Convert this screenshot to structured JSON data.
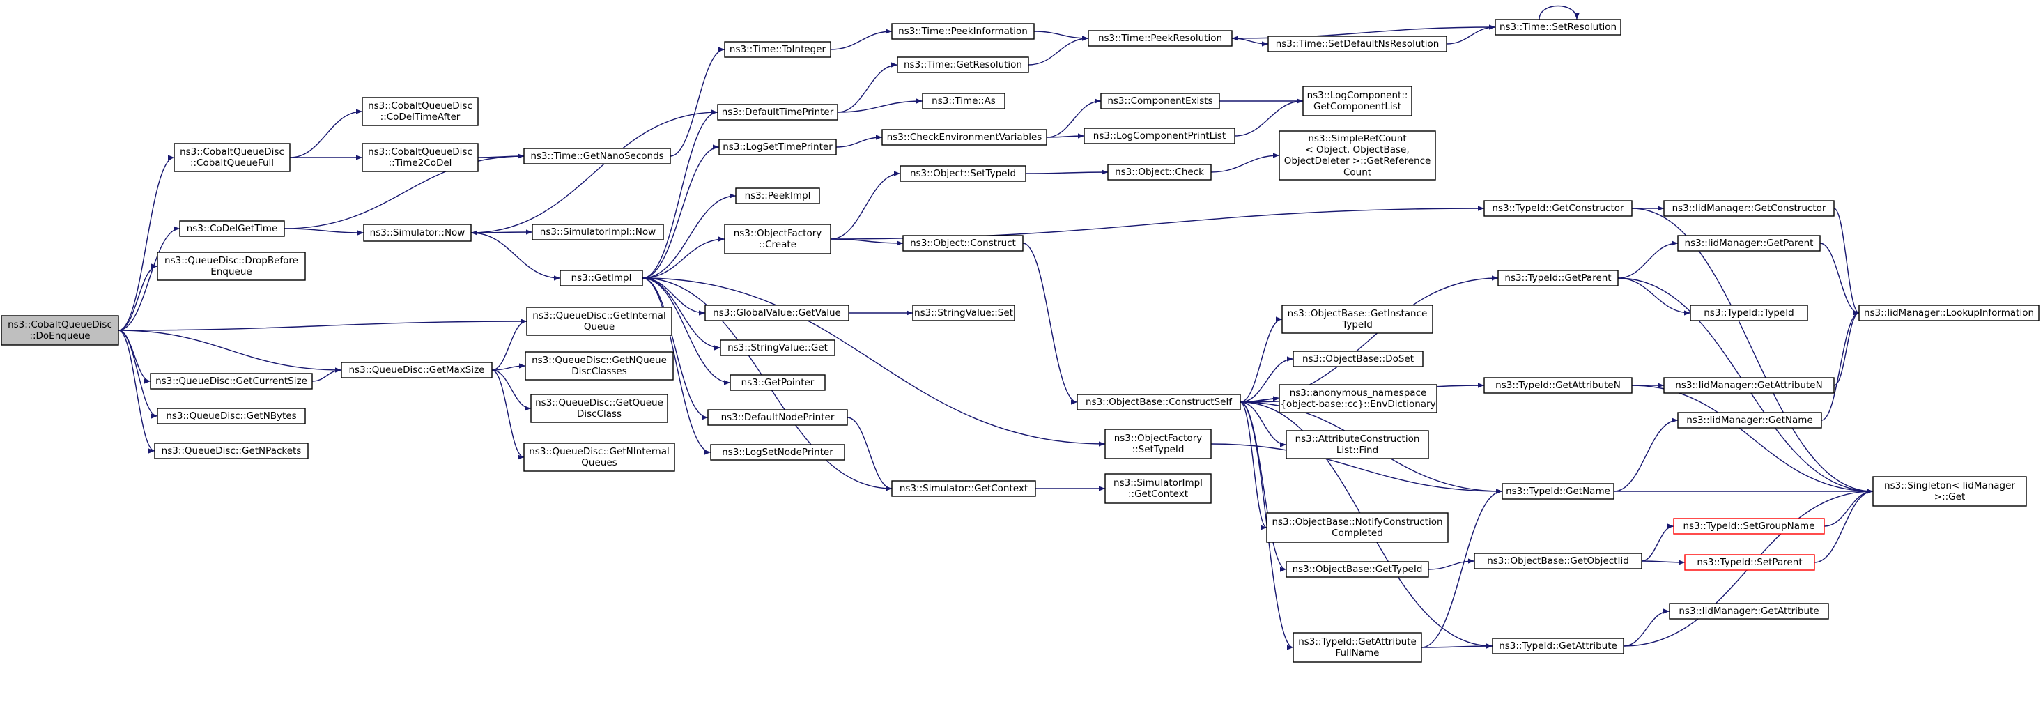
{
  "graph": {
    "root": "n_root",
    "nodes": [
      {
        "id": "n_root",
        "lines": [
          "ns3::CobaltQueueDisc",
          "::DoEnqueue"
        ],
        "style": "root"
      },
      {
        "id": "n_cqfull",
        "lines": [
          "ns3::CobaltQueueDisc",
          "::CobaltQueueFull"
        ]
      },
      {
        "id": "n_codelget",
        "lines": [
          "ns3::CoDelGetTime"
        ]
      },
      {
        "id": "n_dropbefore",
        "lines": [
          "ns3::QueueDisc::DropBefore",
          "Enqueue"
        ]
      },
      {
        "id": "n_getinternal",
        "lines": [
          "ns3::QueueDisc::GetInternal",
          "Queue"
        ]
      },
      {
        "id": "n_getcursize",
        "lines": [
          "ns3::QueueDisc::GetCurrentSize"
        ]
      },
      {
        "id": "n_getmaxsize",
        "lines": [
          "ns3::QueueDisc::GetMaxSize"
        ]
      },
      {
        "id": "n_getnbytes",
        "lines": [
          "ns3::QueueDisc::GetNBytes"
        ]
      },
      {
        "id": "n_getnpackets",
        "lines": [
          "ns3::QueueDisc::GetNPackets"
        ]
      },
      {
        "id": "n_codeltimeafter",
        "lines": [
          "ns3::CobaltQueueDisc",
          "::CoDelTimeAfter"
        ]
      },
      {
        "id": "n_time2codel",
        "lines": [
          "ns3::CobaltQueueDisc",
          "::Time2CoDel"
        ]
      },
      {
        "id": "n_getnanosec",
        "lines": [
          "ns3::Time::GetNanoSeconds"
        ]
      },
      {
        "id": "n_simnow",
        "lines": [
          "ns3::Simulator::Now"
        ]
      },
      {
        "id": "n_simimplnow",
        "lines": [
          "ns3::SimulatorImpl::Now"
        ]
      },
      {
        "id": "n_getimpl",
        "lines": [
          "ns3::GetImpl"
        ]
      },
      {
        "id": "n_getnqueuecls",
        "lines": [
          "ns3::QueueDisc::GetNQueue",
          "DiscClasses"
        ]
      },
      {
        "id": "n_getqueuecls",
        "lines": [
          "ns3::QueueDisc::GetQueue",
          "DiscClass"
        ]
      },
      {
        "id": "n_getninternal",
        "lines": [
          "ns3::QueueDisc::GetNInternal",
          "Queues"
        ]
      },
      {
        "id": "n_toint",
        "lines": [
          "ns3::Time::ToInteger"
        ]
      },
      {
        "id": "n_deftimeprinter",
        "lines": [
          "ns3::DefaultTimePrinter"
        ]
      },
      {
        "id": "n_logsettime",
        "lines": [
          "ns3::LogSetTimePrinter"
        ]
      },
      {
        "id": "n_peekimpl",
        "lines": [
          "ns3::PeekImpl"
        ]
      },
      {
        "id": "n_objfactcreate",
        "lines": [
          "ns3::ObjectFactory",
          "::Create"
        ]
      },
      {
        "id": "n_globalval",
        "lines": [
          "ns3::GlobalValue::GetValue"
        ]
      },
      {
        "id": "n_strvalget",
        "lines": [
          "ns3::StringValue::Get"
        ]
      },
      {
        "id": "n_getpointer",
        "lines": [
          "ns3::GetPointer"
        ]
      },
      {
        "id": "n_defnodeprinter",
        "lines": [
          "ns3::DefaultNodePrinter"
        ]
      },
      {
        "id": "n_logsetnode",
        "lines": [
          "ns3::LogSetNodePrinter"
        ]
      },
      {
        "id": "n_peekinfo",
        "lines": [
          "ns3::Time::PeekInformation"
        ]
      },
      {
        "id": "n_getres",
        "lines": [
          "ns3::Time::GetResolution"
        ]
      },
      {
        "id": "n_timeas",
        "lines": [
          "ns3::Time::As"
        ]
      },
      {
        "id": "n_checkenv",
        "lines": [
          "ns3::CheckEnvironmentVariables"
        ]
      },
      {
        "id": "n_objsettypeid",
        "lines": [
          "ns3::Object::SetTypeId"
        ]
      },
      {
        "id": "n_objconstruct",
        "lines": [
          "ns3::Object::Construct"
        ]
      },
      {
        "id": "n_strvalset",
        "lines": [
          "ns3::StringValue::Set"
        ]
      },
      {
        "id": "n_simgetctx",
        "lines": [
          "ns3::Simulator::GetContext"
        ]
      },
      {
        "id": "n_peekres",
        "lines": [
          "ns3::Time::PeekResolution"
        ]
      },
      {
        "id": "n_compexists",
        "lines": [
          "ns3::ComponentExists"
        ]
      },
      {
        "id": "n_logcompprint",
        "lines": [
          "ns3::LogComponentPrintList"
        ]
      },
      {
        "id": "n_objcheck",
        "lines": [
          "ns3::Object::Check"
        ]
      },
      {
        "id": "n_constructself",
        "lines": [
          "ns3::ObjectBase::ConstructSelf"
        ]
      },
      {
        "id": "n_objfactsettid",
        "lines": [
          "ns3::ObjectFactory",
          "::SetTypeId"
        ]
      },
      {
        "id": "n_simimplctx",
        "lines": [
          "ns3::SimulatorImpl",
          "::GetContext"
        ]
      },
      {
        "id": "n_setdefns",
        "lines": [
          "ns3::Time::SetDefaultNsResolution"
        ]
      },
      {
        "id": "n_logcompgetlist",
        "lines": [
          "ns3::LogComponent::",
          "GetComponentList"
        ]
      },
      {
        "id": "n_simplerefcount",
        "lines": [
          "ns3::SimpleRefCount",
          "< Object, ObjectBase,",
          "ObjectDeleter >::GetReference",
          "Count"
        ]
      },
      {
        "id": "n_getinstancetid",
        "lines": [
          "ns3::ObjectBase::GetInstance",
          "TypeId"
        ]
      },
      {
        "id": "n_doset",
        "lines": [
          "ns3::ObjectBase::DoSet"
        ]
      },
      {
        "id": "n_envdict",
        "lines": [
          "ns3::anonymous_namespace",
          "{object-base::cc}::EnvDictionary"
        ]
      },
      {
        "id": "n_attrfind",
        "lines": [
          "ns3::AttributeConstruction",
          "List::Find"
        ]
      },
      {
        "id": "n_notifyconst",
        "lines": [
          "ns3::ObjectBase::NotifyConstruction",
          "Completed"
        ]
      },
      {
        "id": "n_objbgettid",
        "lines": [
          "ns3::ObjectBase::GetTypeId"
        ]
      },
      {
        "id": "n_tidattrfull",
        "lines": [
          "ns3::TypeId::GetAttribute",
          "FullName"
        ]
      },
      {
        "id": "n_timesetres",
        "lines": [
          "ns3::Time::SetResolution"
        ]
      },
      {
        "id": "n_tidgetctor",
        "lines": [
          "ns3::TypeId::GetConstructor"
        ]
      },
      {
        "id": "n_tidgetparent",
        "lines": [
          "ns3::TypeId::GetParent"
        ]
      },
      {
        "id": "n_tidgetattrn",
        "lines": [
          "ns3::TypeId::GetAttributeN"
        ]
      },
      {
        "id": "n_tidgetname",
        "lines": [
          "ns3::TypeId::GetName"
        ]
      },
      {
        "id": "n_getobjtid",
        "lines": [
          "ns3::ObjectBase::GetObjectIid"
        ]
      },
      {
        "id": "n_tidgetattr",
        "lines": [
          "ns3::TypeId::GetAttribute"
        ]
      },
      {
        "id": "n_iidgetctor",
        "lines": [
          "ns3::IidManager::GetConstructor"
        ]
      },
      {
        "id": "n_iidgetparent",
        "lines": [
          "ns3::IidManager::GetParent"
        ]
      },
      {
        "id": "n_tidtid",
        "lines": [
          "ns3::TypeId::TypeId"
        ]
      },
      {
        "id": "n_iidgetattrn",
        "lines": [
          "ns3::IidManager::GetAttributeN"
        ]
      },
      {
        "id": "n_iidgetname",
        "lines": [
          "ns3::IidManager::GetName"
        ]
      },
      {
        "id": "n_tidsetgroup",
        "lines": [
          "ns3::TypeId::SetGroupName"
        ],
        "style": "red"
      },
      {
        "id": "n_tidsetparent",
        "lines": [
          "ns3::TypeId::SetParent"
        ],
        "style": "red"
      },
      {
        "id": "n_iidgetattr",
        "lines": [
          "ns3::IidManager::GetAttribute"
        ]
      },
      {
        "id": "n_iidlookup",
        "lines": [
          "ns3::IidManager::LookupInformation"
        ]
      },
      {
        "id": "n_singleton",
        "lines": [
          "ns3::Singleton< IidManager",
          ">::Get"
        ]
      }
    ],
    "edges": [
      [
        "n_root",
        "n_cqfull"
      ],
      [
        "n_root",
        "n_codelget"
      ],
      [
        "n_root",
        "n_dropbefore"
      ],
      [
        "n_root",
        "n_getinternal"
      ],
      [
        "n_root",
        "n_getcursize"
      ],
      [
        "n_root",
        "n_getmaxsize"
      ],
      [
        "n_root",
        "n_getnbytes"
      ],
      [
        "n_root",
        "n_getnpackets"
      ],
      [
        "n_cqfull",
        "n_codeltimeafter"
      ],
      [
        "n_cqfull",
        "n_time2codel"
      ],
      [
        "n_codelget",
        "n_getnanosec"
      ],
      [
        "n_codelget",
        "n_simnow"
      ],
      [
        "n_time2codel",
        "n_getnanosec"
      ],
      [
        "n_getcursize",
        "n_getmaxsize"
      ],
      [
        "n_getmaxsize",
        "n_getinternal"
      ],
      [
        "n_getmaxsize",
        "n_getnqueuecls"
      ],
      [
        "n_getmaxsize",
        "n_getqueuecls"
      ],
      [
        "n_getmaxsize",
        "n_getninternal"
      ],
      [
        "n_getnanosec",
        "n_toint"
      ],
      [
        "n_simnow",
        "n_simimplnow"
      ],
      [
        "n_simnow",
        "n_getimpl"
      ],
      [
        "n_getimpl",
        "n_deftimeprinter"
      ],
      [
        "n_getimpl",
        "n_logsettime"
      ],
      [
        "n_getimpl",
        "n_peekimpl"
      ],
      [
        "n_getimpl",
        "n_objfactcreate"
      ],
      [
        "n_getimpl",
        "n_globalval"
      ],
      [
        "n_getimpl",
        "n_strvalget"
      ],
      [
        "n_getimpl",
        "n_getpointer"
      ],
      [
        "n_getimpl",
        "n_defnodeprinter"
      ],
      [
        "n_getimpl",
        "n_logsetnode"
      ],
      [
        "n_getimpl",
        "n_objfactsettid"
      ],
      [
        "n_getimpl",
        "n_simgetctx"
      ],
      [
        "n_deftimeprinter",
        "n_simnow"
      ],
      [
        "n_deftimeprinter",
        "n_getres"
      ],
      [
        "n_deftimeprinter",
        "n_timeas"
      ],
      [
        "n_toint",
        "n_peekinfo"
      ],
      [
        "n_logsettime",
        "n_checkenv"
      ],
      [
        "n_objfactcreate",
        "n_objsettypeid"
      ],
      [
        "n_objfactcreate",
        "n_objconstruct"
      ],
      [
        "n_objfactcreate",
        "n_tidgetctor"
      ],
      [
        "n_globalval",
        "n_strvalset"
      ],
      [
        "n_defnodeprinter",
        "n_simgetctx"
      ],
      [
        "n_peekinfo",
        "n_peekres"
      ],
      [
        "n_getres",
        "n_peekres"
      ],
      [
        "n_checkenv",
        "n_compexists"
      ],
      [
        "n_checkenv",
        "n_logcompprint"
      ],
      [
        "n_objsettypeid",
        "n_objcheck"
      ],
      [
        "n_objconstruct",
        "n_constructself"
      ],
      [
        "n_simgetctx",
        "n_simimplctx"
      ],
      [
        "n_peekres",
        "n_setdefns"
      ],
      [
        "n_compexists",
        "n_logcompgetlist"
      ],
      [
        "n_logcompprint",
        "n_logcompgetlist"
      ],
      [
        "n_objcheck",
        "n_simplerefcount"
      ],
      [
        "n_setdefns",
        "n_timesetres"
      ],
      [
        "n_timesetres",
        "n_peekres"
      ],
      [
        "n_timesetres",
        "n_timesetres"
      ],
      [
        "n_constructself",
        "n_tidgetparent"
      ],
      [
        "n_constructself",
        "n_getinstancetid"
      ],
      [
        "n_constructself",
        "n_doset"
      ],
      [
        "n_constructself",
        "n_envdict"
      ],
      [
        "n_constructself",
        "n_attrfind"
      ],
      [
        "n_constructself",
        "n_notifyconst"
      ],
      [
        "n_constructself",
        "n_objbgettid"
      ],
      [
        "n_constructself",
        "n_tidattrfull"
      ],
      [
        "n_constructself",
        "n_tidgetattrn"
      ],
      [
        "n_constructself",
        "n_tidgetname"
      ],
      [
        "n_constructself",
        "n_tidgetattr"
      ],
      [
        "n_objfactsettid",
        "n_tidgetname"
      ],
      [
        "n_objbgettid",
        "n_getobjtid"
      ],
      [
        "n_tidattrfull",
        "n_tidgetname"
      ],
      [
        "n_tidattrfull",
        "n_tidgetattr"
      ],
      [
        "n_getobjtid",
        "n_tidsetgroup"
      ],
      [
        "n_getobjtid",
        "n_tidsetparent"
      ],
      [
        "n_tidgetctor",
        "n_iidgetctor"
      ],
      [
        "n_tidgetctor",
        "n_singleton"
      ],
      [
        "n_tidgetparent",
        "n_iidgetparent"
      ],
      [
        "n_tidgetparent",
        "n_tidtid"
      ],
      [
        "n_tidgetparent",
        "n_singleton"
      ],
      [
        "n_tidgetattrn",
        "n_iidgetattrn"
      ],
      [
        "n_tidgetattrn",
        "n_singleton"
      ],
      [
        "n_tidgetname",
        "n_iidgetname"
      ],
      [
        "n_tidgetname",
        "n_singleton"
      ],
      [
        "n_tidgetattr",
        "n_iidgetattr"
      ],
      [
        "n_tidgetattr",
        "n_singleton"
      ],
      [
        "n_tidsetgroup",
        "n_singleton"
      ],
      [
        "n_tidsetparent",
        "n_singleton"
      ],
      [
        "n_iidgetctor",
        "n_iidlookup"
      ],
      [
        "n_iidgetparent",
        "n_iidlookup"
      ],
      [
        "n_iidgetattrn",
        "n_iidlookup"
      ],
      [
        "n_iidgetname",
        "n_iidlookup"
      ]
    ]
  }
}
